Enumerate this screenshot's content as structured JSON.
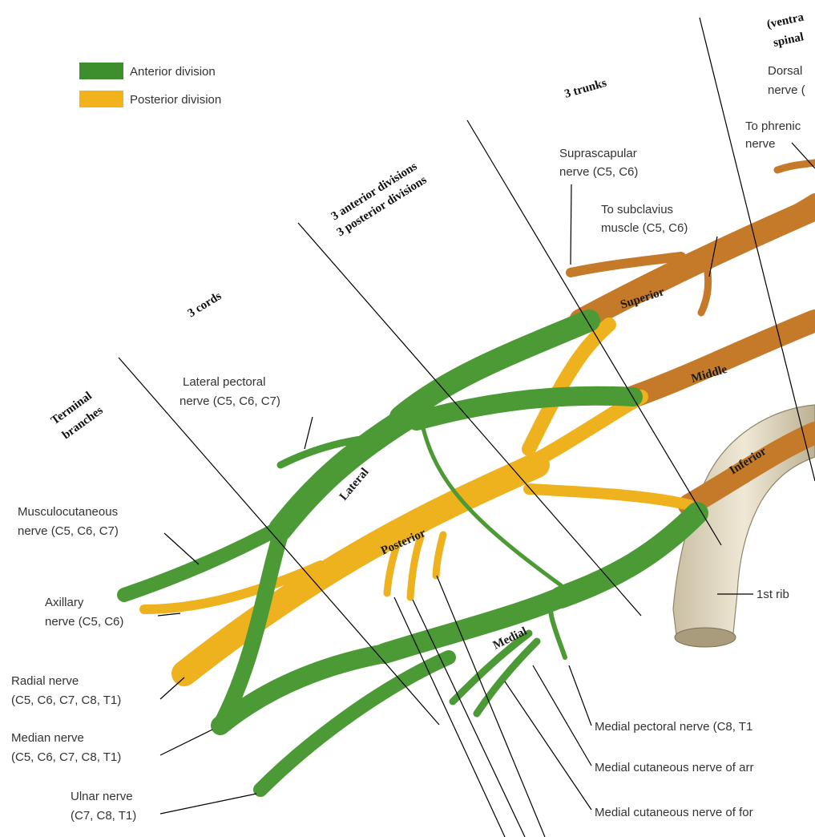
{
  "legend": [
    {
      "label": "Anterior division",
      "color": "#3d8f2d"
    },
    {
      "label": "Posterior division",
      "color": "#f2b21c"
    }
  ],
  "colors": {
    "anterior": "#4c9a35",
    "posterior": "#efb21f",
    "trunk": "#c57a2a",
    "rib": "#d8cfb6"
  },
  "headers": {
    "trunks": "3 trunks",
    "divisions_1": "3 anterior divisions",
    "divisions_2": "3 posterior divisions",
    "cords": "3 cords",
    "terminal_1": "Terminal",
    "terminal_2": "branches",
    "roots_1": "(ventra",
    "roots_2": "spinal"
  },
  "trunk_labels": {
    "superior": "Superior",
    "middle": "Middle",
    "inferior": "Inferior"
  },
  "cord_labels": {
    "lateral": "Lateral",
    "posterior": "Posterior",
    "medial": "Medial"
  },
  "labels": {
    "dorsal_1": "Dorsal",
    "dorsal_2": "nerve (",
    "phrenic_1": "To phrenic",
    "phrenic_2": "nerve",
    "suprascapular_1": "Suprascapular",
    "suprascapular_2": "nerve (C5, C6)",
    "subclavius_1": "To subclavius",
    "subclavius_2": "muscle (C5, C6)",
    "lat_pectoral_1": "Lateral pectoral",
    "lat_pectoral_2": "nerve (C5, C6, C7)",
    "musculo_1": "Musculocutaneous",
    "musculo_2": "nerve (C5, C6, C7)",
    "axillary_1": "Axillary",
    "axillary_2": "nerve (C5, C6)",
    "radial_1": "Radial nerve",
    "radial_2": "(C5, C6, C7, C8, T1)",
    "median_1": "Median nerve",
    "median_2": "(C5, C6, C7, C8, T1)",
    "ulnar_1": "Ulnar nerve",
    "ulnar_2": "(C7, C8, T1)",
    "first_rib": "1st rib",
    "med_pectoral": "Medial pectoral nerve (C8, T1",
    "med_cut_arm": "Medial cutaneous nerve of arr",
    "med_cut_fore": "Medial cutaneous nerve of for"
  }
}
